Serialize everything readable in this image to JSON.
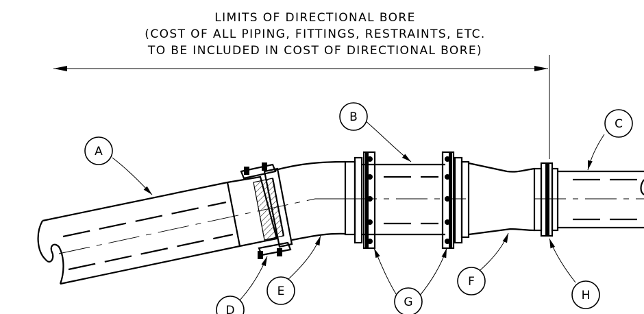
{
  "title": {
    "line1": "LIMITS OF DIRECTIONAL BORE",
    "line2": "(COST OF ALL PIPING, FITTINGS, RESTRAINTS, ETC.",
    "line3": "TO BE INCLUDED IN COST OF DIRECTIONAL BORE)"
  },
  "callouts": {
    "a": "A",
    "b": "B",
    "c": "C",
    "d": "D",
    "e": "E",
    "f": "F",
    "g": "G",
    "h": "H"
  }
}
